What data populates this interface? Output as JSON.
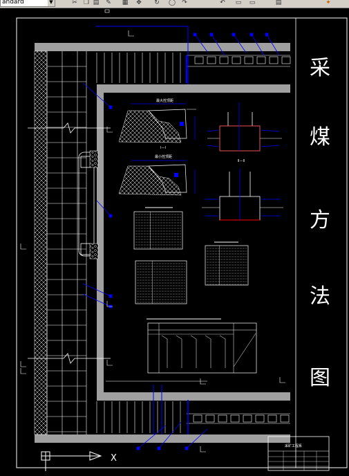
{
  "toolbar": {
    "style_combo_value": "andard",
    "icons": [
      "cut-icon",
      "copy-icon",
      "paste-icon",
      "match-properties-icon",
      "grid-icon",
      "pan-icon",
      "rotate-icon",
      "zoom-icon",
      "redo-icon",
      "undo-icon",
      "window-icon",
      "layers-icon",
      "properties-icon",
      "paint-icon"
    ]
  },
  "drawing": {
    "vertical_title": [
      "采",
      "煤",
      "方",
      "法",
      "图"
    ],
    "max_control_caption": "最大控顶距",
    "min_control_caption": "最小控顶距",
    "section_label_1": "Ⅰ—Ⅰ",
    "section_label_2": "Ⅱ—Ⅱ",
    "title_block_name": "采矿工程系",
    "axis_x_label": "X",
    "colors": {
      "background": "#000000",
      "lines": "#ffffff",
      "callouts": "#0000ff",
      "highlight": "#ff0000",
      "gray_fill": "#a0a0a0"
    }
  }
}
